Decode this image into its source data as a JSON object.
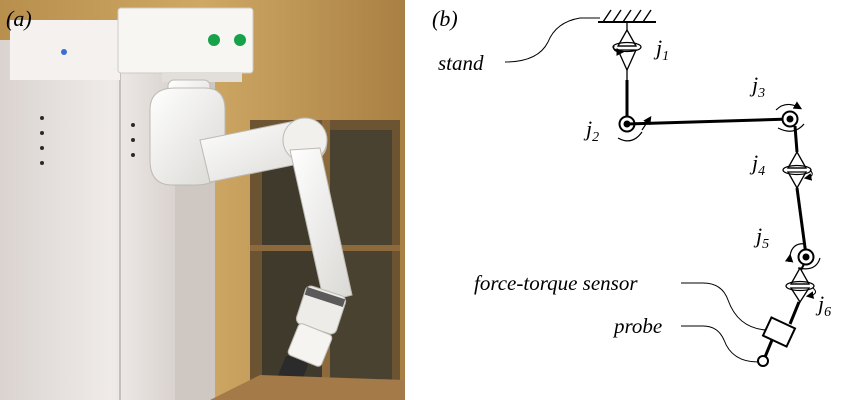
{
  "photo": {
    "panel_label": "(a)",
    "colors": {
      "wall": "#c8a15a",
      "cabinet": "#ece7e4",
      "robot": "#f3f3f1",
      "led": "#17a24a",
      "floor": "#a37a48"
    }
  },
  "diagram": {
    "panel_label": "(b)",
    "labels": {
      "stand": "stand",
      "force_torque_sensor": "force-torque sensor",
      "probe": "probe"
    },
    "joints": [
      {
        "letter": "j",
        "sub": "1"
      },
      {
        "letter": "j",
        "sub": "2"
      },
      {
        "letter": "j",
        "sub": "3"
      },
      {
        "letter": "j",
        "sub": "4"
      },
      {
        "letter": "j",
        "sub": "5"
      },
      {
        "letter": "j",
        "sub": "6"
      }
    ]
  }
}
